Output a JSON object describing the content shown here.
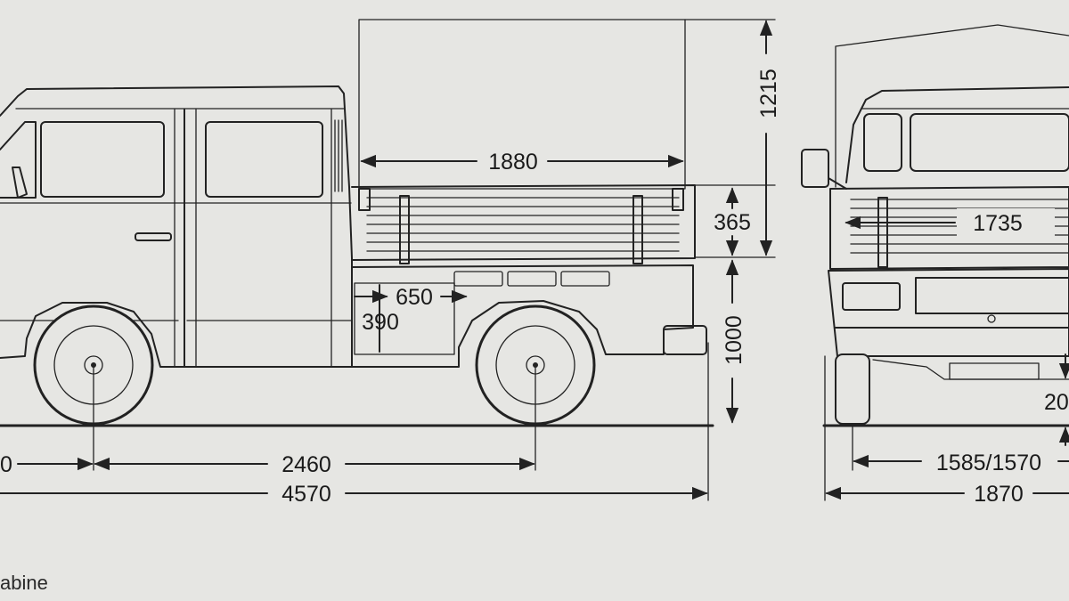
{
  "colors": {
    "background": "#e6e6e3",
    "ink": "#222222"
  },
  "dimensions": {
    "platform_length": "1880",
    "canopy_height": "1215",
    "side_height": "365",
    "load_height": "1000",
    "step_width": "650",
    "step_height": "390",
    "front_overhang": "0",
    "wheelbase": "2460",
    "overall_length": "4570",
    "rear_width": "1735",
    "track": "1585/1570",
    "overall_width": "1870",
    "ground_clearance": "20"
  },
  "caption": "abine"
}
